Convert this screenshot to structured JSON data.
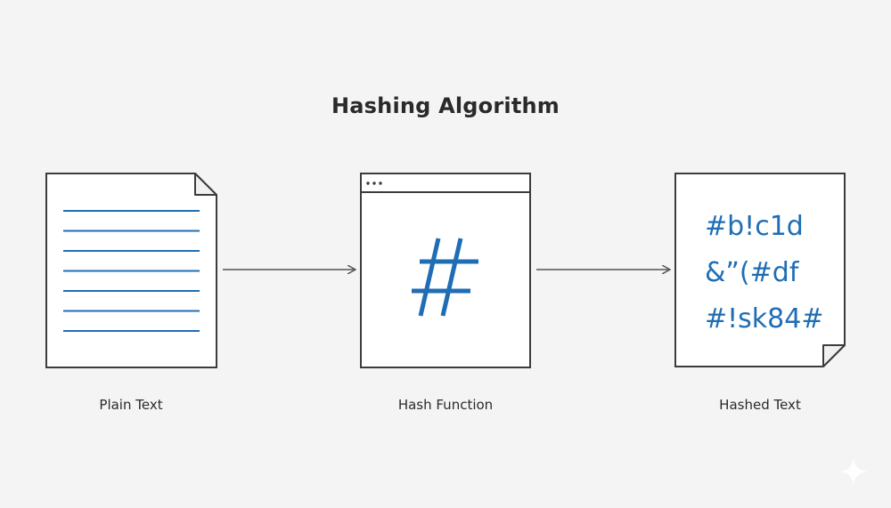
{
  "title": "Hashing Algorithm",
  "stages": {
    "plain": {
      "caption": "Plain Text",
      "line_count": 7
    },
    "hash_function": {
      "caption": "Hash Function",
      "symbol": "#"
    },
    "hashed": {
      "caption": "Hashed Text",
      "lines": [
        "#b!c1d",
        "&”(#df",
        "#!sk84#"
      ]
    }
  },
  "colors": {
    "background": "#f4f4f4",
    "outline": "#3c3c3c",
    "accent": "#1f6db4",
    "text": "#2a2a2a"
  },
  "icons": {
    "plain": "document-icon",
    "hash_function": "browser-window-icon",
    "hashed": "document-icon",
    "sparkle": "sparkle-icon"
  }
}
